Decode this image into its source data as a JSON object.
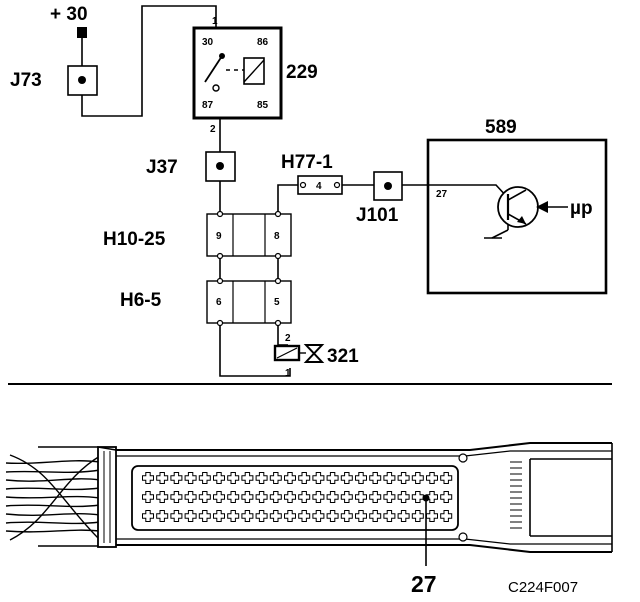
{
  "labels": {
    "plus30": "+ 30",
    "j73": "J73",
    "relay": "229",
    "j37": "J37",
    "h77": "H77-1",
    "ecu": "589",
    "j101": "J101",
    "h10": "H10-25",
    "h6": "H6-5",
    "valve": "321",
    "mu": "µp",
    "callout": "27",
    "figure_code": "C224F007"
  },
  "pins": {
    "relay_in": "1",
    "relay_out": "2",
    "r30": "30",
    "r86": "86",
    "r87": "87",
    "r85": "85",
    "h77_pin": "4",
    "ecu_pin": "27",
    "h10_left": "9",
    "h10_right": "8",
    "h6_left": "6",
    "h6_right": "5",
    "valve_top": "2",
    "valve_bottom": "1"
  },
  "colors": {
    "ink": "#000000",
    "paper": "#ffffff"
  }
}
